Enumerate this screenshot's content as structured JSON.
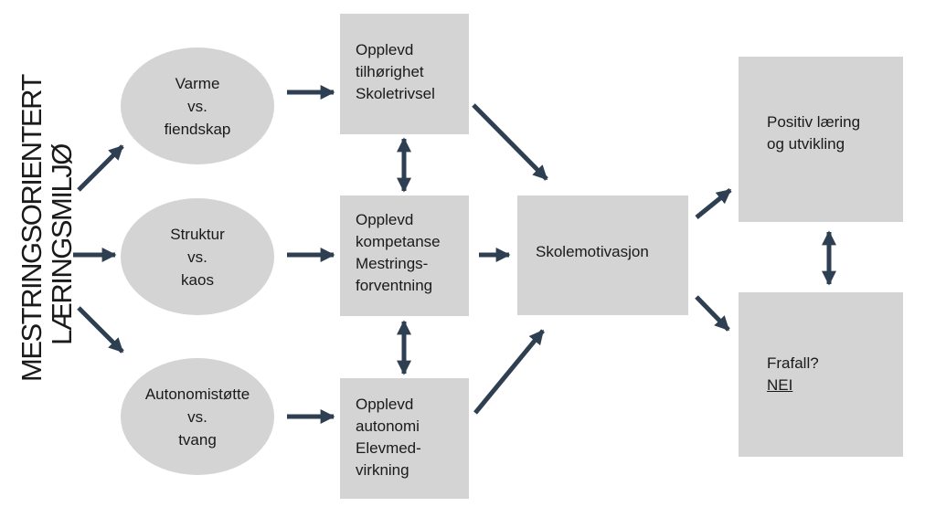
{
  "title": {
    "line1": "MESTRINGSORIENTERT",
    "line2": "LÆRINGSMILJØ"
  },
  "ellipses": [
    {
      "lines": [
        "Varme",
        "vs.",
        "fiendskap"
      ]
    },
    {
      "lines": [
        "Struktur",
        "vs.",
        "kaos"
      ]
    },
    {
      "lines": [
        "Autonomistøtte",
        "vs.",
        "tvang"
      ]
    }
  ],
  "boxes": {
    "belonging": {
      "lines": [
        "Opplevd",
        "tilhørighet",
        "Skoletrivsel"
      ]
    },
    "competence": {
      "lines": [
        "Opplevd",
        "kompetanse",
        "Mestrings-",
        "forventning"
      ]
    },
    "autonomy": {
      "lines": [
        "Opplevd",
        "autonomi",
        "Elevmed-",
        "virkning"
      ]
    },
    "motivation": {
      "label": "Skolemotivasjon"
    },
    "learning": {
      "lines": [
        "Positiv læring",
        "og utvikling"
      ]
    },
    "dropout": {
      "question": "Frafall?",
      "answer": "NEI"
    }
  },
  "colors": {
    "shape_fill": "#d4d4d4",
    "arrow": "#2f3f52",
    "text": "#1a1a1a"
  }
}
